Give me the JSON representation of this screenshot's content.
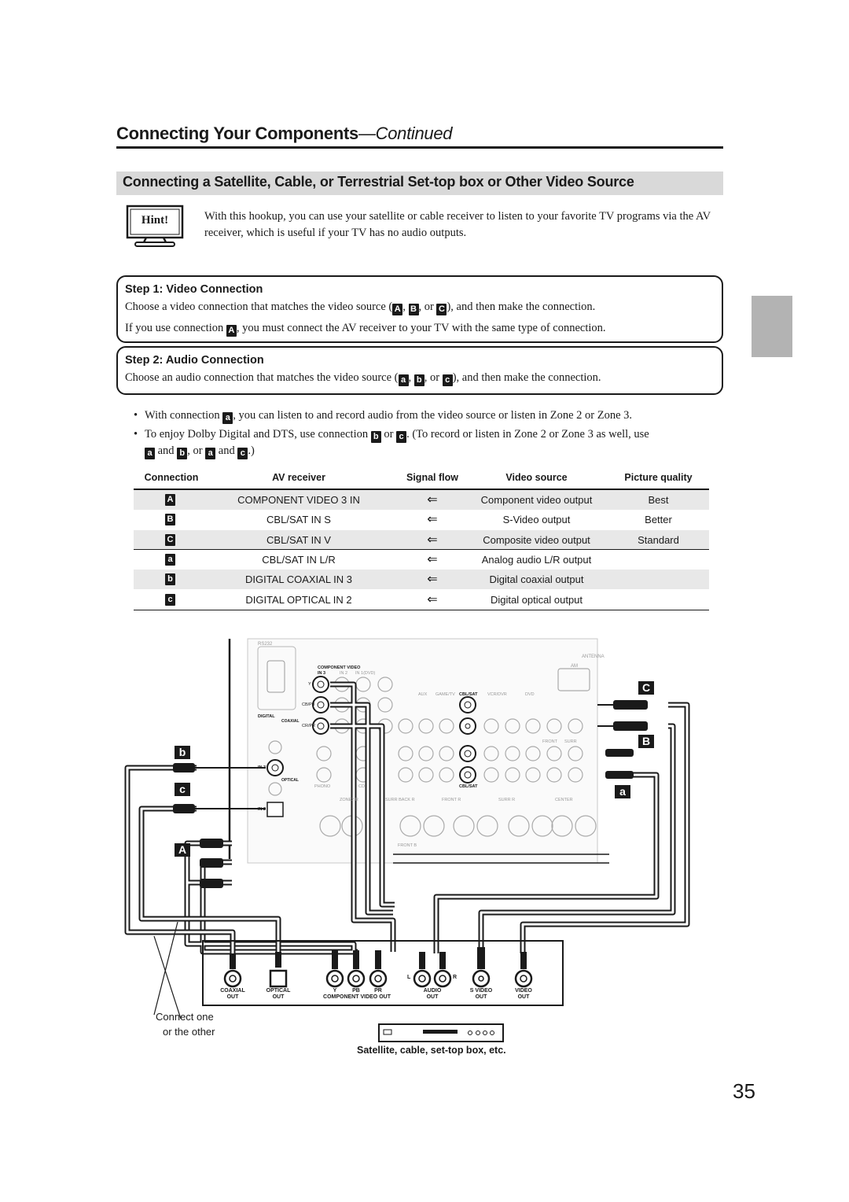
{
  "header": {
    "section": "Connecting Your Components",
    "continued": "—Continued"
  },
  "title": "Connecting a Satellite, Cable, or Terrestrial Set-top box or Other Video Source",
  "hint": {
    "badge": "Hint!",
    "text": "With this hookup, you can use your satellite or cable receiver to listen to your favorite TV programs via the AV receiver, which is useful if your TV has no audio outputs."
  },
  "step1": {
    "heading": "Step 1: Video Connection",
    "line1_a": "Choose a video connection that matches the video source (",
    "line1_b": ", ",
    "line1_c": ", or ",
    "line1_d": "), and then make the connection.",
    "line2_a": "If you use connection ",
    "line2_b": ", you must connect the AV receiver to your TV with the same type of connection."
  },
  "step2": {
    "heading": "Step 2: Audio Connection",
    "line1_a": "Choose an audio connection that matches the video source (",
    "line1_b": ", ",
    "line1_c": ", or ",
    "line1_d": "), and then make the connection."
  },
  "bullets": {
    "b1_a": "With connection ",
    "b1_b": ", you can listen to and record audio from the video source or listen in Zone 2 or Zone 3.",
    "b2_a": "To enjoy Dolby Digital and DTS, use connection ",
    "b2_b": " or ",
    "b2_c": ". (To record or listen in Zone 2 or Zone 3 as well, use",
    "b2_d": " and ",
    "b2_e": ", or ",
    "b2_f": " and ",
    "b2_g": ".)",
    "dot": "•"
  },
  "keys": {
    "A": "A",
    "B": "B",
    "C": "C",
    "a": "a",
    "b": "b",
    "c": "c"
  },
  "table": {
    "headers": [
      "Connection",
      "AV receiver",
      "Signal flow",
      "Video source",
      "Picture quality"
    ],
    "rows": [
      {
        "key": "A",
        "receiver": "COMPONENT VIDEO 3 IN",
        "flow": "⇐",
        "source": "Component video output",
        "quality": "Best"
      },
      {
        "key": "B",
        "receiver": "CBL/SAT IN S",
        "flow": "⇐",
        "source": "S-Video output",
        "quality": "Better"
      },
      {
        "key": "C",
        "receiver": "CBL/SAT IN V",
        "flow": "⇐",
        "source": "Composite video output",
        "quality": "Standard"
      },
      {
        "key": "a",
        "receiver": "CBL/SAT IN L/R",
        "flow": "⇐",
        "source": "Analog audio L/R output",
        "quality": ""
      },
      {
        "key": "b",
        "receiver": "DIGITAL COAXIAL IN 3",
        "flow": "⇐",
        "source": "Digital coaxial output",
        "quality": ""
      },
      {
        "key": "c",
        "receiver": "DIGITAL OPTICAL IN 2",
        "flow": "⇐",
        "source": "Digital optical output",
        "quality": ""
      }
    ]
  },
  "diagram": {
    "rear_panel": {
      "rs232": "RS232",
      "antenna": "ANTENNA",
      "am": "AM",
      "component_video": "COMPONENT VIDEO",
      "in3": "IN 3",
      "in2": "IN 2",
      "in1": "IN 1(DVD)",
      "y": "Y",
      "cb": "CB/PB",
      "cr": "CR/PR",
      "digital": "DIGITAL",
      "coaxial": "COAXIAL",
      "optical": "OPTICAL",
      "dig_in3": "IN 3",
      "dig_in2": "IN 2",
      "cbl_sat": "CBL/SAT",
      "aux": "AUX",
      "game_tv": "GAME/TV",
      "vcr_dvr": "VCR/DVR",
      "dvd": "DVD",
      "phono": "PHONO",
      "cd": "CD",
      "zone2_r": "ZONE2 R",
      "front_r": "FRONT R",
      "surr_r": "SURR R",
      "center": "CENTER",
      "front_b": "FRONT B",
      "surr_back_r": "SURR BACK R",
      "front_l": "FRONT",
      "surr_l": "SURR"
    },
    "labels": {
      "C": "C",
      "B": "B",
      "a": "a",
      "b": "b",
      "c": "c",
      "A": "A",
      "connect_one_1": "Connect one",
      "connect_one_2": "or the other"
    },
    "source_panel": {
      "coaxial": "COAXIAL",
      "coaxial_out": "OUT",
      "optical": "OPTICAL",
      "optical_out": "OUT",
      "y": "Y",
      "pb": "PB",
      "pr": "PR",
      "component_out": "COMPONENT VIDEO OUT",
      "l": "L",
      "r": "R",
      "audio": "AUDIO",
      "audio_out": "OUT",
      "svideo": "S VIDEO",
      "svideo_out": "OUT",
      "video": "VIDEO",
      "video_out": "OUT"
    },
    "source_caption": "Satellite, cable, set-top box, etc."
  },
  "page_number": "35"
}
